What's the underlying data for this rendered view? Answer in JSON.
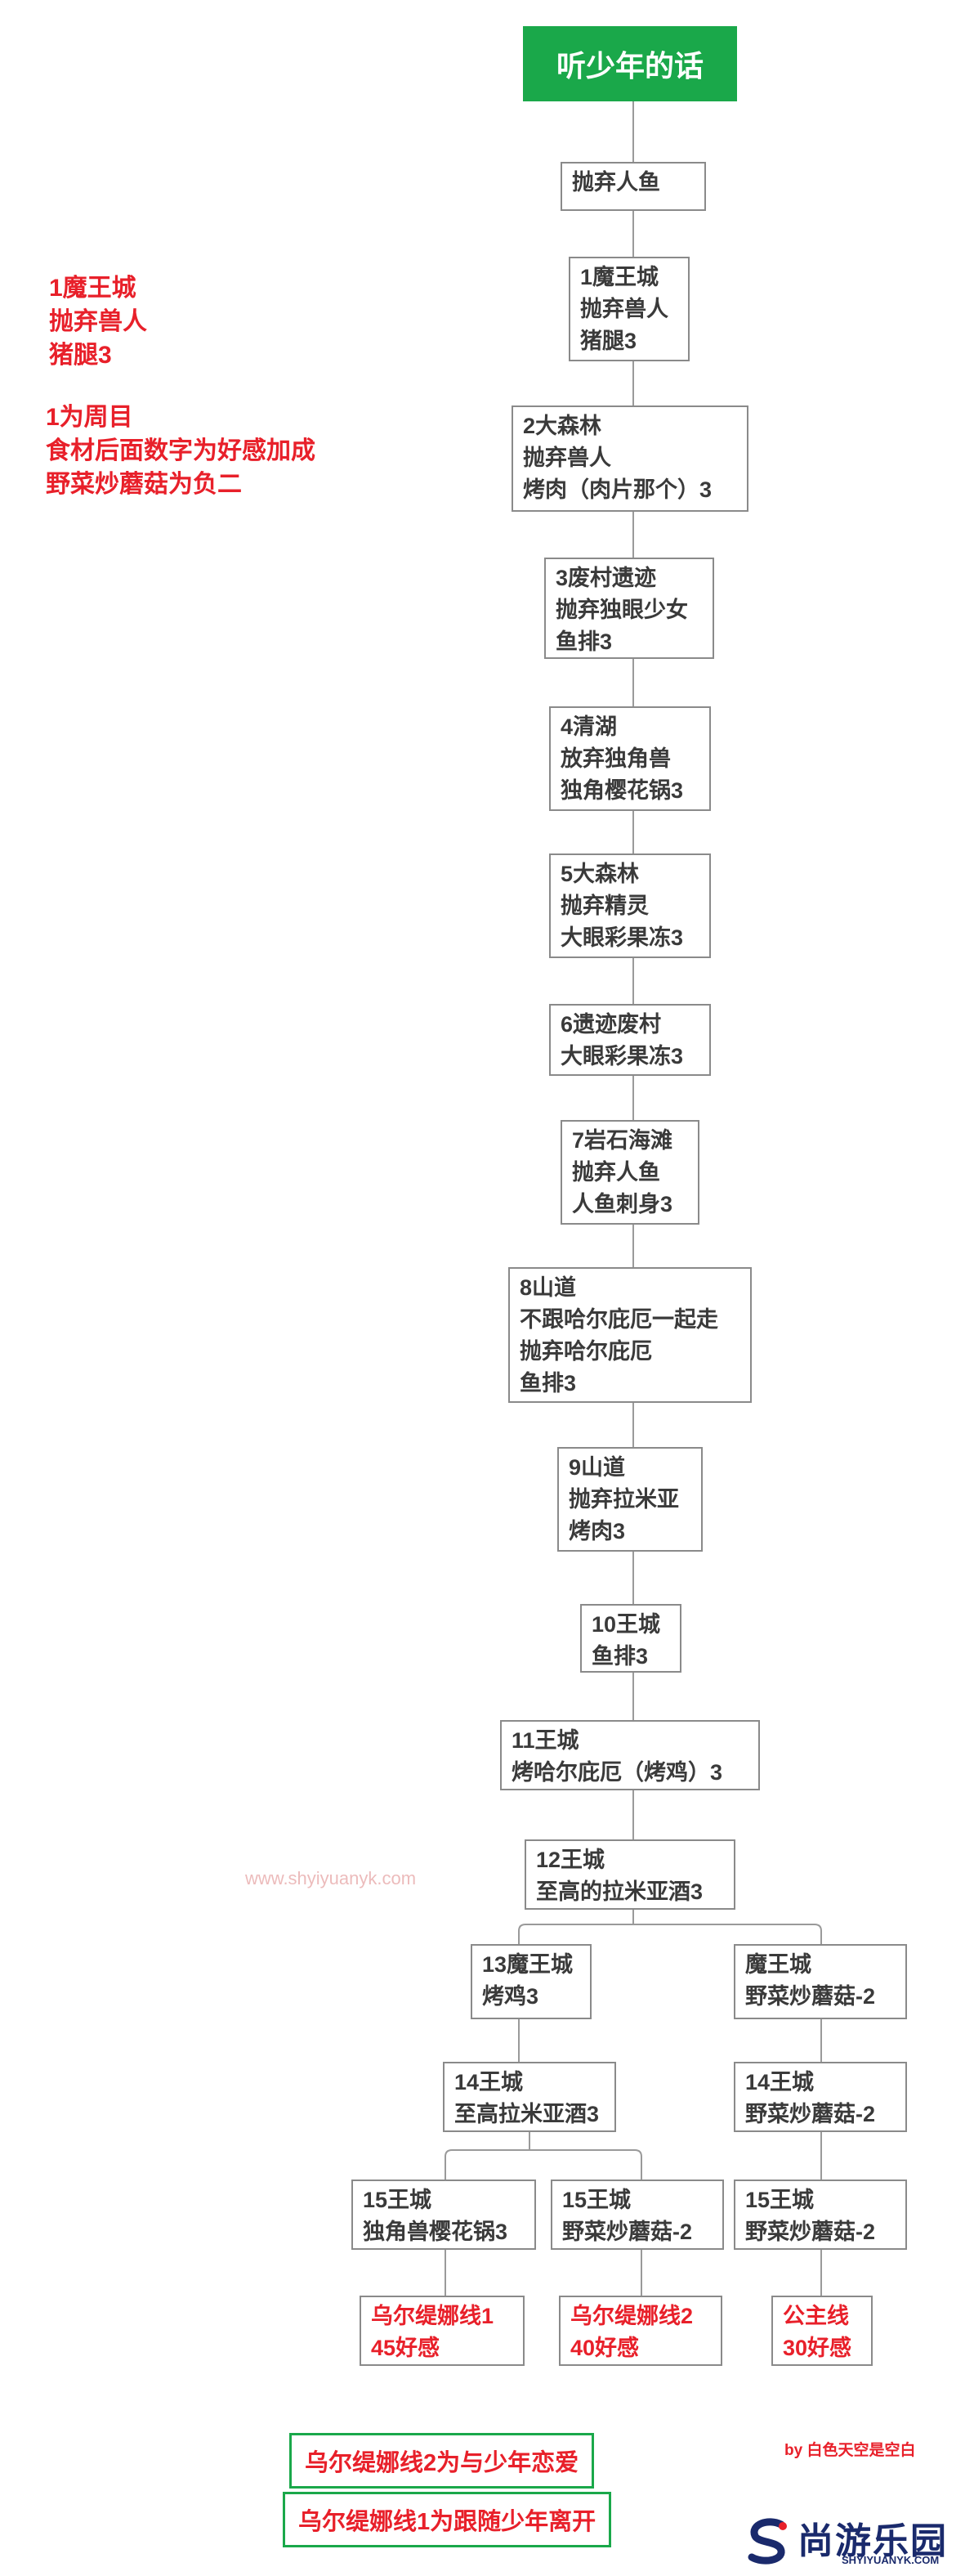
{
  "title": "听少年的话",
  "colors": {
    "title_bg": "#1aa84a",
    "ending_red": "#e8202a",
    "box_border": "#8a8a8a"
  },
  "nodes": {
    "n0": {
      "lines": [
        "抛弃人鱼"
      ]
    },
    "n1": {
      "lines": [
        "1魔王城",
        "抛弃兽人",
        "猪腿3"
      ]
    },
    "n2": {
      "lines": [
        "2大森林",
        "抛弃兽人",
        "烤肉（肉片那个）3"
      ]
    },
    "n3": {
      "lines": [
        "3废村遗迹",
        "抛弃独眼少女",
        "鱼排3"
      ]
    },
    "n4": {
      "lines": [
        "4清湖",
        "放弃独角兽",
        "独角樱花锅3"
      ]
    },
    "n5": {
      "lines": [
        "5大森林",
        "抛弃精灵",
        "大眼彩果冻3"
      ]
    },
    "n6": {
      "lines": [
        "6遗迹废村",
        "大眼彩果冻3"
      ]
    },
    "n7": {
      "lines": [
        "7岩石海滩",
        "抛弃人鱼",
        "人鱼刺身3"
      ]
    },
    "n8": {
      "lines": [
        "8山道",
        "不跟哈尔庇厄一起走",
        "抛弃哈尔庇厄",
        "鱼排3"
      ]
    },
    "n9": {
      "lines": [
        "9山道",
        "抛弃拉米亚",
        "烤肉3"
      ]
    },
    "n10": {
      "lines": [
        "10王城",
        "鱼排3"
      ]
    },
    "n11": {
      "lines": [
        "11王城",
        "烤哈尔庇厄（烤鸡）3"
      ]
    },
    "n12": {
      "lines": [
        "12王城",
        "至高的拉米亚酒3"
      ]
    },
    "n13a": {
      "lines": [
        "13魔王城",
        "烤鸡3"
      ]
    },
    "n13b": {
      "lines": [
        "魔王城",
        "野菜炒蘑菇-2"
      ]
    },
    "n14a": {
      "lines": [
        "14王城",
        "至高拉米亚酒3"
      ]
    },
    "n14b": {
      "lines": [
        "14王城",
        "野菜炒蘑菇-2"
      ]
    },
    "n15a": {
      "lines": [
        "15王城",
        "独角兽樱花锅3"
      ]
    },
    "n15b": {
      "lines": [
        "15王城",
        "野菜炒蘑菇-2"
      ]
    },
    "n15c": {
      "lines": [
        "15王城",
        "野菜炒蘑菇-2"
      ]
    },
    "e1": {
      "lines": [
        "乌尔缇娜线1",
        "45好感"
      ]
    },
    "e2": {
      "lines": [
        "乌尔缇娜线2",
        "40好感"
      ]
    },
    "e3": {
      "lines": [
        "公主线",
        "30好感"
      ]
    }
  },
  "notes": {
    "chapter1": [
      "1魔王城",
      "抛弃兽人",
      "猪腿3"
    ],
    "explain": [
      "1为周目",
      "食材后面数字为好感加成",
      "野菜炒蘑菇为负二"
    ]
  },
  "legend": {
    "line2": "乌尔缇娜线2为与少年恋爱",
    "line1": "乌尔缇娜线1为跟随少年离开"
  },
  "credit": "by 白色天空是空白",
  "watermark": "www.shyiyuanyk.com",
  "brand": {
    "name": "尚游乐园",
    "url": "SHYIYUANYK.COM"
  }
}
